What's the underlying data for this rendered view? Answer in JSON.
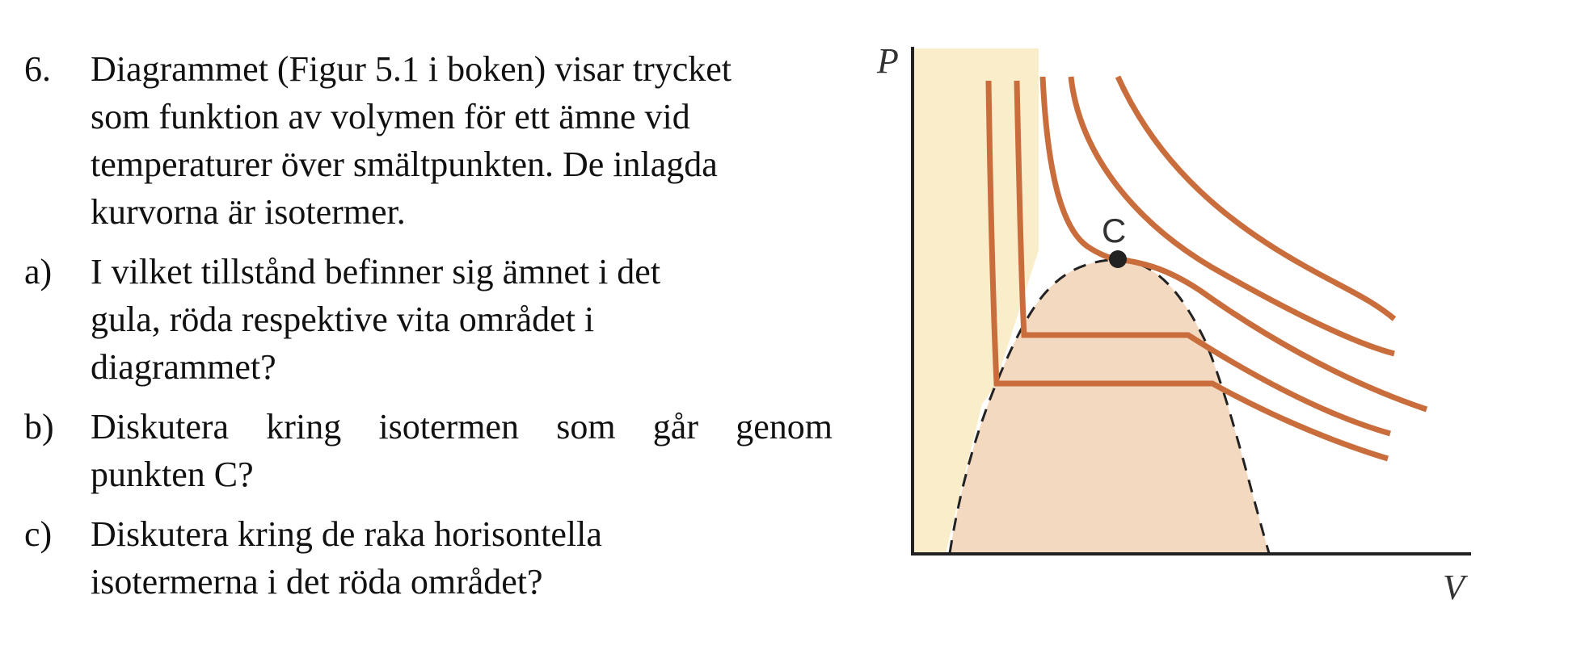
{
  "question": {
    "number": "6.",
    "lines": [
      "Diagrammet (Figur 5.1 i boken) visar trycket",
      "som funktion av volymen för ett ämne vid",
      "temperaturer över smältpunkten. De inlagda",
      "kurvorna är isotermer."
    ]
  },
  "subquestions": [
    {
      "label": "a)",
      "lines": [
        "I vilket tillstånd befinner sig ämnet i det",
        "gula, röda respektive vita området i",
        "diagrammet?"
      ]
    },
    {
      "label": "b)",
      "lines": [
        "Diskutera kring isotermen som går genom",
        "punkten C?"
      ]
    },
    {
      "label": "c)",
      "lines": [
        "Diskutera kring de raka horisontella",
        "isotermerna i det röda området?"
      ]
    }
  ],
  "figure": {
    "y_axis_label": "P",
    "x_axis_label": "V",
    "point_label": "C",
    "colors": {
      "solid_region": "#f9edca",
      "coexistence_region": "#f4d9c1",
      "isotherm": "#c96d3c",
      "dome_outline": "#222222",
      "axis": "#222222",
      "critical_point": "#222222"
    }
  }
}
